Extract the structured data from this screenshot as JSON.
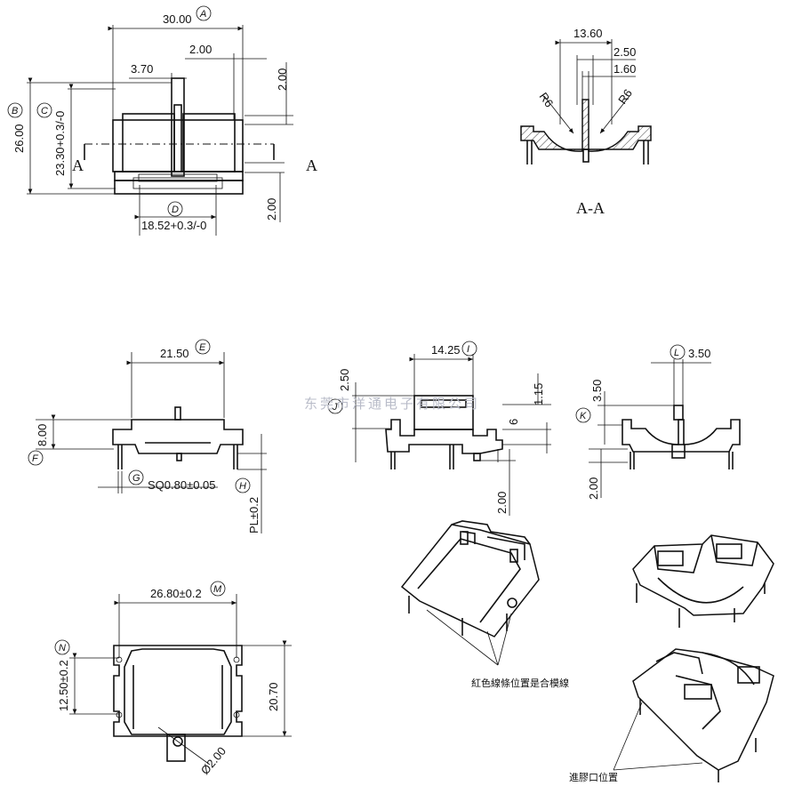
{
  "dims": {
    "top_width": "30.00",
    "top_flange": "2.00",
    "top_pin": "3.70",
    "top_right_v": "2.00",
    "top_height": "26.00",
    "top_inner": "23.30+0.3/-0",
    "top_bottom": "18.52+0.3/-0",
    "top_bottom_right": "2.00",
    "sec_width": "13.60",
    "sec_a": "2.50",
    "sec_b": "1.60",
    "radius_left": "R6",
    "radius_right": "R6",
    "front_width": "21.50",
    "front_height": "8.00",
    "pin_sq": "SQ0.80±0.05",
    "pin_len": "PL±0.2",
    "side_width": "14.25",
    "side_h1": "2.50",
    "side_h2": "1.15",
    "side_h3": "6",
    "side_pin": "2.00",
    "end_width": "3.50",
    "end_h": "3.50",
    "end_pin": "2.00",
    "bottom_width": "26.80±0.2",
    "bottom_h": "12.50±0.2",
    "bottom_depth": "20.70",
    "hole": "Ø2.00"
  },
  "labels": {
    "A": "A",
    "B": "B",
    "C": "C",
    "D": "D",
    "E": "E",
    "F": "F",
    "G": "G",
    "H": "H",
    "I": "I",
    "J": "J",
    "K": "K",
    "L": "L",
    "M": "M",
    "N": "N"
  },
  "section": {
    "cut_left": "A",
    "cut_right": "A",
    "title": "A-A"
  },
  "notes": {
    "parting_line": "紅色線條位置是合模線",
    "gate": "進膠口位置"
  },
  "watermark": "东莞市洋通电子有限公司"
}
